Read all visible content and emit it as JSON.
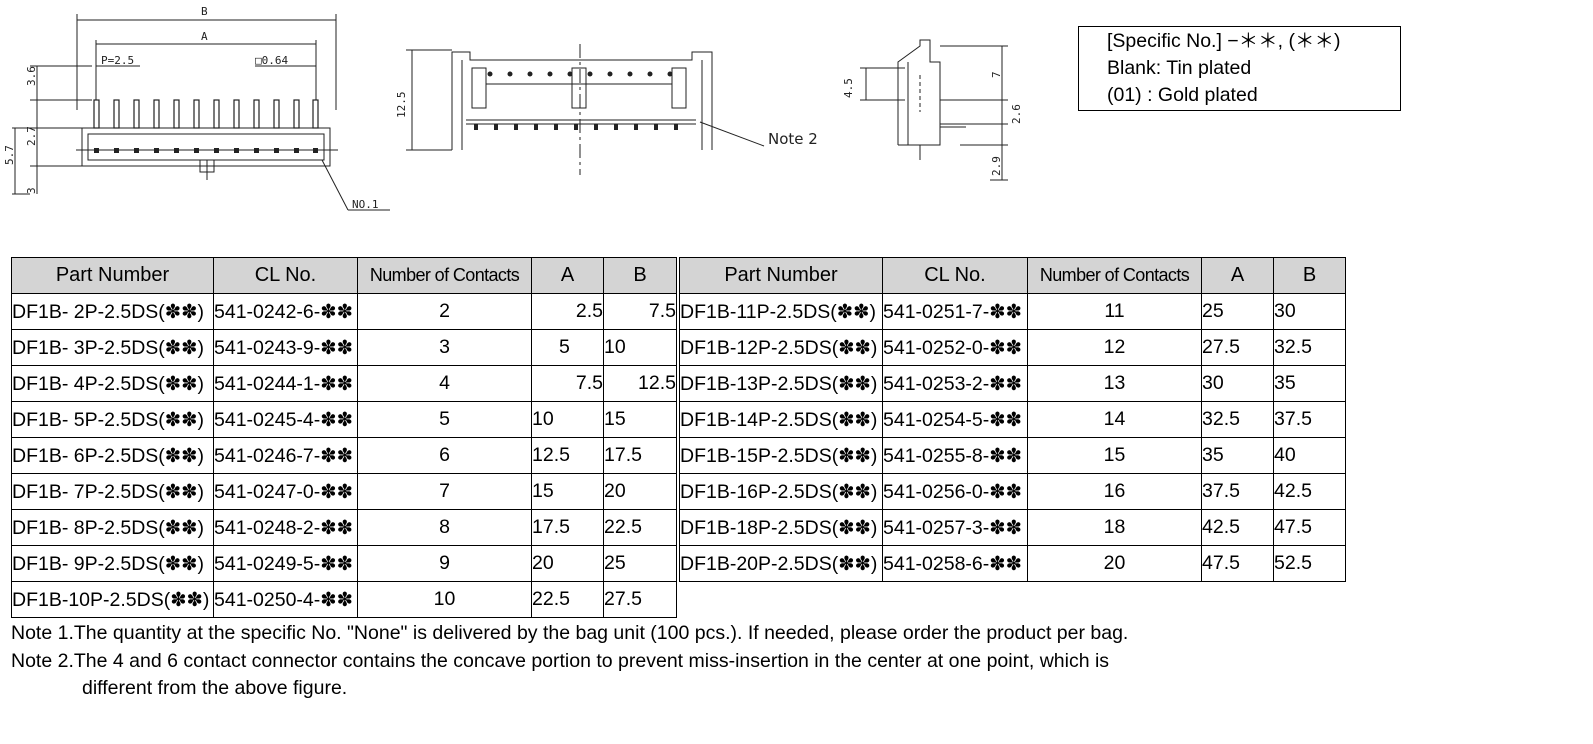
{
  "drawing_labels": {
    "front": {
      "dim_b": "B",
      "dim_a": "A",
      "pitch": "P=2.5",
      "pin_size": "□0.64",
      "h_top": "3.6",
      "h_mid": "2.7",
      "h_total": "5.7",
      "h_bottom": "3",
      "pin_one": "NO.1"
    },
    "side": {
      "height": "12.5",
      "note": "Note 2"
    },
    "end": {
      "h1": "4.5",
      "h2": "7",
      "h3": "2.6",
      "h4": "2.9"
    }
  },
  "specific_box": {
    "line1": "[Specific No.]  −＊＊, (＊＊)",
    "line2": "Blank: Tin plated",
    "line3": "(01) : Gold plated"
  },
  "table": {
    "headers": [
      "Part Number",
      "CL No.",
      "Number of Contacts",
      "A",
      "B"
    ],
    "left_rows": [
      [
        "DF1B- 2P-2.5DS(✽✽)",
        "541-0242-6-✽✽",
        "2",
        "2.5",
        "7.5"
      ],
      [
        "DF1B- 3P-2.5DS(✽✽)",
        "541-0243-9-✽✽",
        "3",
        "5",
        "10"
      ],
      [
        "DF1B- 4P-2.5DS(✽✽)",
        "541-0244-1-✽✽",
        "4",
        "7.5",
        "12.5"
      ],
      [
        "DF1B- 5P-2.5DS(✽✽)",
        "541-0245-4-✽✽",
        "5",
        "10",
        "15"
      ],
      [
        "DF1B- 6P-2.5DS(✽✽)",
        "541-0246-7-✽✽",
        "6",
        "12.5",
        "17.5"
      ],
      [
        "DF1B- 7P-2.5DS(✽✽)",
        "541-0247-0-✽✽",
        "7",
        "15",
        "20"
      ],
      [
        "DF1B- 8P-2.5DS(✽✽)",
        "541-0248-2-✽✽",
        "8",
        "17.5",
        "22.5"
      ],
      [
        "DF1B- 9P-2.5DS(✽✽)",
        "541-0249-5-✽✽",
        "9",
        "20",
        "25"
      ],
      [
        "DF1B-10P-2.5DS(✽✽)",
        "541-0250-4-✽✽",
        "10",
        "22.5",
        "27.5"
      ]
    ],
    "right_rows": [
      [
        "DF1B-11P-2.5DS(✽✽)",
        "541-0251-7-✽✽",
        "11",
        "25",
        "30"
      ],
      [
        "DF1B-12P-2.5DS(✽✽)",
        "541-0252-0-✽✽",
        "12",
        "27.5",
        "32.5"
      ],
      [
        "DF1B-13P-2.5DS(✽✽)",
        "541-0253-2-✽✽",
        "13",
        "30",
        "35"
      ],
      [
        "DF1B-14P-2.5DS(✽✽)",
        "541-0254-5-✽✽",
        "14",
        "32.5",
        "37.5"
      ],
      [
        "DF1B-15P-2.5DS(✽✽)",
        "541-0255-8-✽✽",
        "15",
        "35",
        "40"
      ],
      [
        "DF1B-16P-2.5DS(✽✽)",
        "541-0256-0-✽✽",
        "16",
        "37.5",
        "42.5"
      ],
      [
        "DF1B-18P-2.5DS(✽✽)",
        "541-0257-3-✽✽",
        "18",
        "42.5",
        "47.5"
      ],
      [
        "DF1B-20P-2.5DS(✽✽)",
        "541-0258-6-✽✽",
        "20",
        "47.5",
        "52.5"
      ]
    ]
  },
  "notes": {
    "note1": "Note 1.The quantity at the specific No. \"None\" is delivered by the bag unit (100 pcs.). If needed, please order the product per bag.",
    "note2_line1": "Note 2.The 4 and 6 contact connector contains the concave portion to prevent miss-insertion in the center at one point, which is",
    "note2_line2": "different from the above figure."
  }
}
